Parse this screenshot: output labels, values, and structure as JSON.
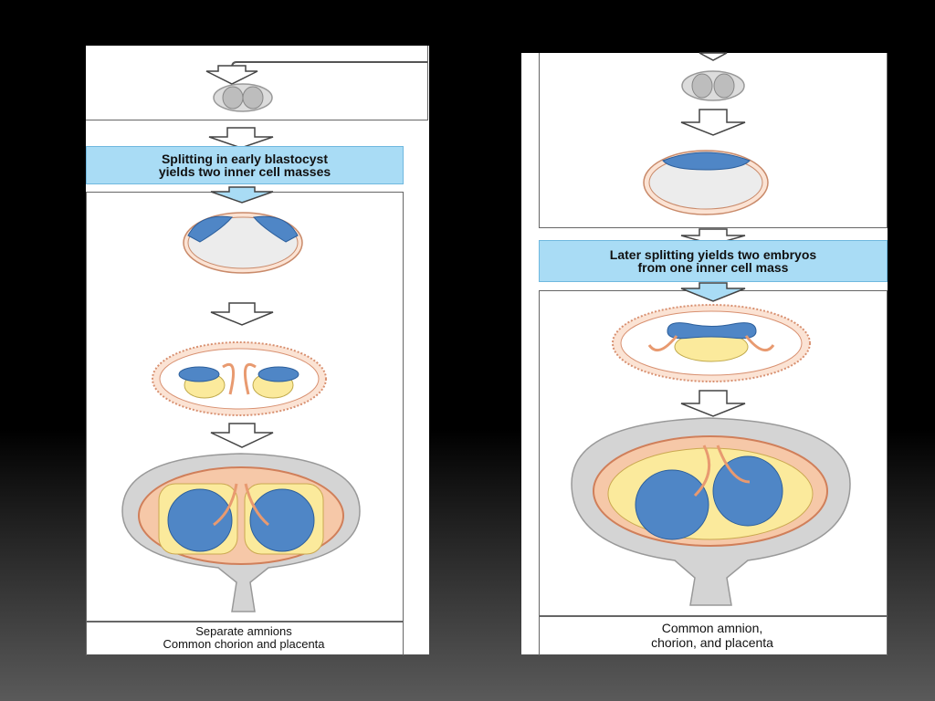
{
  "left_panel": {
    "label_line1": "Splitting in early blastocyst",
    "label_line2": "yields two inner cell masses",
    "caption_line1": "Separate amnions",
    "caption_line2": "Common chorion and placenta"
  },
  "right_panel": {
    "label_line1": "Later splitting yields two embryos",
    "label_line2": "from one inner cell mass",
    "caption_line1": "Common amnion,",
    "caption_line2": "chorion, and placenta"
  },
  "colors": {
    "label_fill": "#a9dcf5",
    "embryo_blue": "#4f86c6",
    "yolk_yellow": "#fbea9c",
    "chorion_pink": "#f2b89a",
    "uterus_gray": "#d4d4d4"
  }
}
